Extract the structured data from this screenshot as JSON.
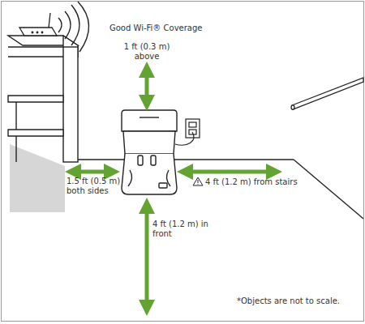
{
  "diagram": {
    "labels": [
      "Good Wi-Fi® Coverage",
      "1 ft (0.3 m) above",
      "1.5 ft (0.5 m) both sides",
      "4 ft (1.2 m) from stairs",
      "4 ft (1.2 m) in front",
      "*Objects are not to scale."
    ]
  }
}
